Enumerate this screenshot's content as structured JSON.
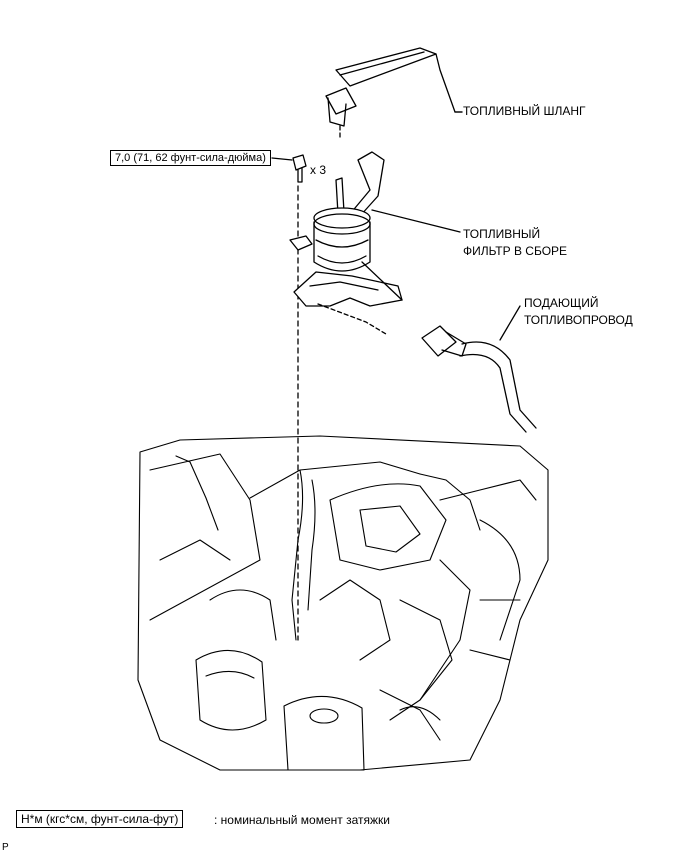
{
  "labels": {
    "fuel_hose": "ТОПЛИВНЫЙ ШЛАНГ",
    "fuel_filter_line1": "ТОПЛИВНЫЙ",
    "fuel_filter_line2": "ФИЛЬТР В СБОРЕ",
    "supply_line_line1": "ПОДАЮЩИЙ",
    "supply_line_line2": "ТОПЛИВОПРОВОД"
  },
  "torque": {
    "value": "7,0 (71, 62 фунт-сила-дюйма)",
    "quantity": "x 3"
  },
  "legend": {
    "unit_box": "Н*м (кгс*см, фунт-сила-фут)",
    "description": ": номинальный момент затяжки"
  },
  "corner_mark": "P"
}
